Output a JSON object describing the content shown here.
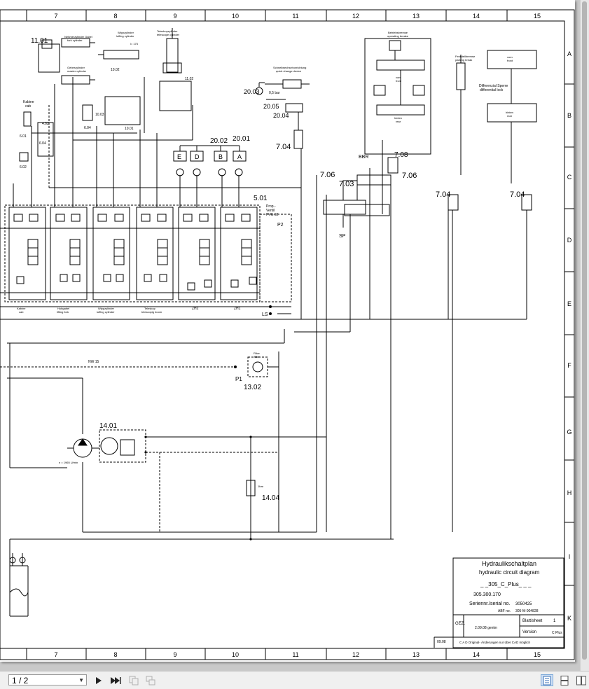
{
  "viewer": {
    "page_select_value": "1 / 2",
    "icons": {
      "next": "next-page-icon",
      "last": "last-page-icon",
      "copy": "copy-icon",
      "copy_alt": "copy-alt-icon",
      "single_page": "single-page-view-icon",
      "continuous": "continuous-view-icon",
      "two_page": "two-page-view-icon"
    },
    "accent_color": "#3a6fb5"
  },
  "drawing": {
    "columns": [
      "7",
      "8",
      "9",
      "10",
      "11",
      "12",
      "13",
      "14",
      "15"
    ],
    "rows": [
      "A",
      "B",
      "C",
      "D",
      "E",
      "F",
      "G",
      "H",
      "I",
      "K"
    ],
    "labels": {
      "c1101": "11.01",
      "nehmer": "Nehmerzylinder Gabel",
      "nehmer_en": "fork cylinder",
      "geber": "Geberzylinder",
      "geber_en": "master cylinder",
      "wipp": "Wippzylinder",
      "wipp_en": "luffing cylinder",
      "wipp_l": "l= 175",
      "tele": "Teleskopzylinder",
      "tele_en": "telescope cylinder",
      "c1102": "11.02",
      "c1002": "10.02",
      "c1003": "10.03",
      "c1001": "10.01",
      "c604": "6.04",
      "kabine": "Kabine",
      "kabine_en": "cab",
      "c601": "6.01",
      "c602": "6.02",
      "c604b": "6.04",
      "c402": "4.02",
      "schnell": "Schnellwechselvorrichtung",
      "schnell_en": "quick change device",
      "c2003": "20.03",
      "c2005": "20.05",
      "c2004": "20.04",
      "bar05": "0,5 bar",
      "c704": "7.04",
      "betrieb": "Betriebsbremse",
      "betrieb_en": "operating breake",
      "vorn": "vorn",
      "front": "front",
      "hinten": "hinten",
      "rear": "rear",
      "fest": "Feststellbremse",
      "fest_en": "parking break",
      "vorn2": "vorn",
      "front2": "front",
      "diff": "Differenzial Sperre",
      "diff_en": "differential lock",
      "hinten2": "hinten",
      "rear2": "rear",
      "c2002": "20.02",
      "c2001": "20.01",
      "E": "E",
      "D": "D",
      "B": "B",
      "A": "A",
      "bbr": "BBR",
      "c708": "7.08",
      "c706a": "7.06",
      "c703": "7.03",
      "c706b": "7.06",
      "c704b": "7.04",
      "c704c": "7.04",
      "c501": "5.01",
      "prop": "Prop.-",
      "ventil": "Ventil",
      "pvg": "PVG 32",
      "p2": "P2",
      "sp": "SP",
      "ls": "LS",
      "kabine2": "Kabine",
      "cab2": "cab",
      "hub": "Hubgabel",
      "lift": "lifting fork",
      "wipp2": "Wippzylinder",
      "luff2": "luffing cylinder",
      "tele2": "Teleskop",
      "teleb": "telescopig boom",
      "zh2": "ZH2",
      "zh1": "ZH1",
      "nw15": "NW 15",
      "p1": "P1",
      "filter": "Filter",
      "filter_en": "filter",
      "c1302": "13.02",
      "c1401": "14.01",
      "rpm": "n = 1965 U/min",
      "c1404": "14.04",
      "bar_lbl": "1bar"
    },
    "title_block": {
      "title_de": "Hydraulikschaltplan",
      "title_en": "hydraulic circuit diagram",
      "model": "_ _305_C_Plus_ _ _",
      "drawing_no": "305.300.170",
      "serial_label": "Seriennr./serial no.",
      "serial_value": "3050425",
      "abf_label": "ABF no.",
      "abf_value": "305-M-904828",
      "sheet_label": "Blatt/sheet",
      "sheet_value": "1",
      "version_label": "Version",
      "version_value": "C Plus",
      "gez_label": "GEZ.",
      "gez_value": "2.09.08 gentm",
      "cad_note": "C A D Original- Änderungen nur über CAD möglich",
      "date_small": "09.08"
    }
  }
}
